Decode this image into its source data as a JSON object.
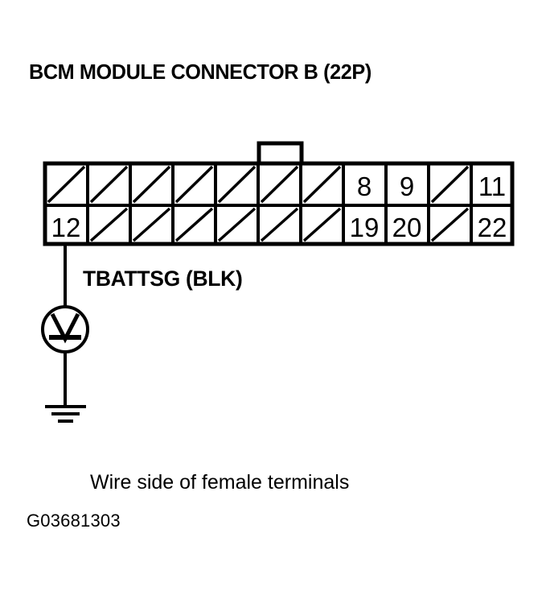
{
  "title": "BCM MODULE CONNECTOR B (22P)",
  "caption": "Wire side of female terminals",
  "figure_id": "G03681303",
  "colors": {
    "line": "#000000",
    "background": "#ffffff"
  },
  "connector": {
    "name": "BCM MODULE CONNECTOR B",
    "pin_count_label": "22P",
    "columns": 11,
    "rows": 2,
    "latch_tab": "top-center",
    "top_row": [
      {
        "label": "",
        "blanked": true
      },
      {
        "label": "",
        "blanked": true
      },
      {
        "label": "",
        "blanked": true
      },
      {
        "label": "",
        "blanked": true
      },
      {
        "label": "",
        "blanked": true
      },
      {
        "label": "",
        "blanked": true
      },
      {
        "label": "",
        "blanked": true
      },
      {
        "label": "8",
        "blanked": false
      },
      {
        "label": "9",
        "blanked": false
      },
      {
        "label": "",
        "blanked": true
      },
      {
        "label": "11",
        "blanked": false
      }
    ],
    "bottom_row": [
      {
        "label": "12",
        "blanked": false
      },
      {
        "label": "",
        "blanked": true
      },
      {
        "label": "",
        "blanked": true
      },
      {
        "label": "",
        "blanked": true
      },
      {
        "label": "",
        "blanked": true
      },
      {
        "label": "",
        "blanked": true
      },
      {
        "label": "",
        "blanked": true
      },
      {
        "label": "19",
        "blanked": false
      },
      {
        "label": "20",
        "blanked": false
      },
      {
        "label": "",
        "blanked": true
      },
      {
        "label": "22",
        "blanked": false
      }
    ]
  },
  "wire": {
    "label": "TBATTSG (BLK)",
    "circuit_name": "TBATTSG",
    "color_code": "BLK",
    "from_pin": "12"
  },
  "meter": {
    "type": "voltmeter",
    "symbol": "V"
  },
  "ground": {
    "symbol": "earth-ground"
  }
}
